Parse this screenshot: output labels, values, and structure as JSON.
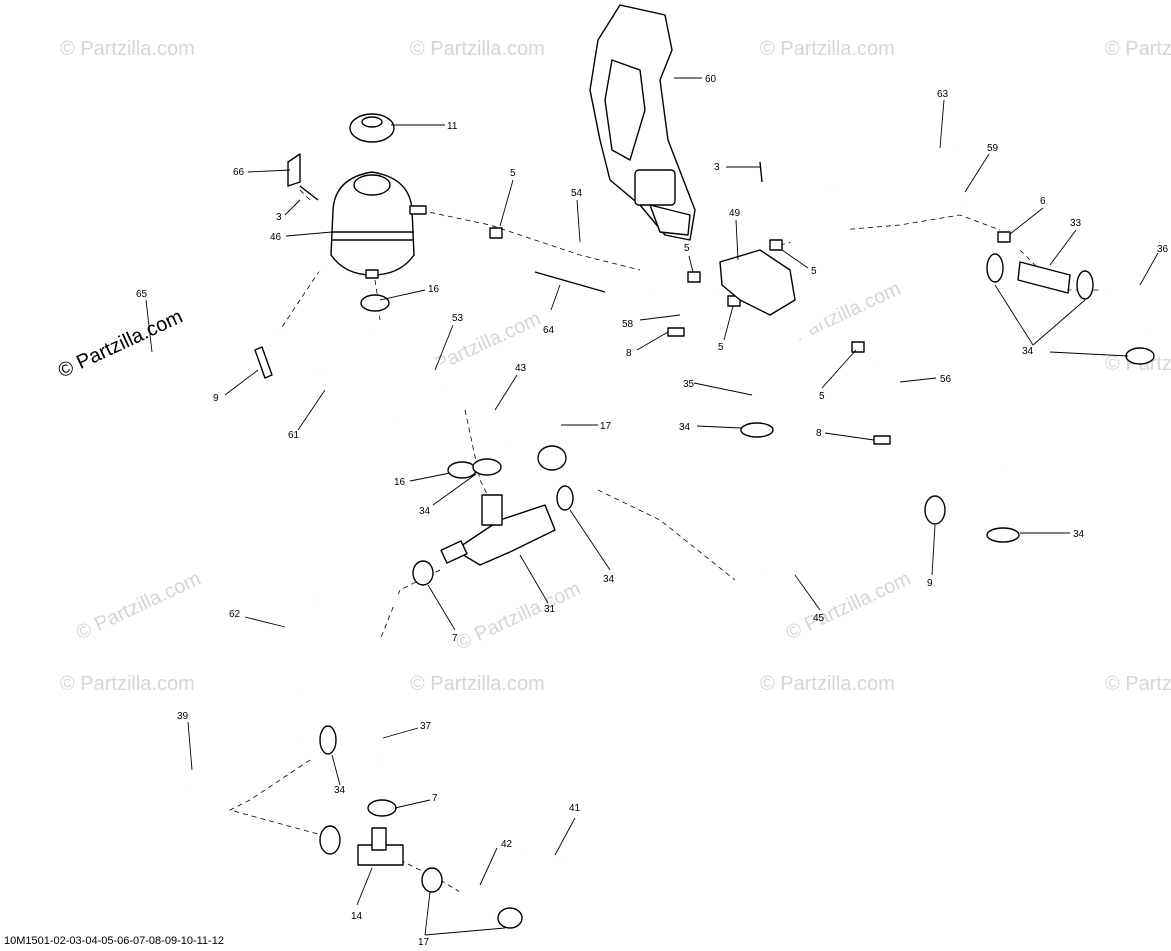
{
  "watermark": "© Partzilla.com",
  "watermark_short": "© Partzilla.com",
  "diagram_ref": "10M1501-02-03-04-05-06-07-08-09-10-11-12",
  "callouts": {
    "c3a": "3",
    "c3b": "3",
    "c5a": "5",
    "c5b": "5",
    "c5c": "5",
    "c5d": "5",
    "c5e": "5",
    "c6": "6",
    "c7a": "7",
    "c7b": "7",
    "c8a": "8",
    "c8b": "8",
    "c9a": "9",
    "c9b": "9",
    "c11": "11",
    "c14": "14",
    "c16a": "16",
    "c16b": "16",
    "c17a": "17",
    "c17b": "17",
    "c31": "31",
    "c33": "33",
    "c34a": "34",
    "c34b": "34",
    "c34c": "34",
    "c34d": "34",
    "c34e": "34",
    "c34f": "34",
    "c35": "35",
    "c36": "36",
    "c37": "37",
    "c39": "39",
    "c41": "41",
    "c42": "42",
    "c43": "43",
    "c45": "45",
    "c46": "46",
    "c49": "49",
    "c53": "53",
    "c54": "54",
    "c56": "56",
    "c58": "58",
    "c59": "59",
    "c60": "60",
    "c61": "61",
    "c62": "62",
    "c63": "63",
    "c64": "64",
    "c65": "65",
    "c66": "66"
  }
}
